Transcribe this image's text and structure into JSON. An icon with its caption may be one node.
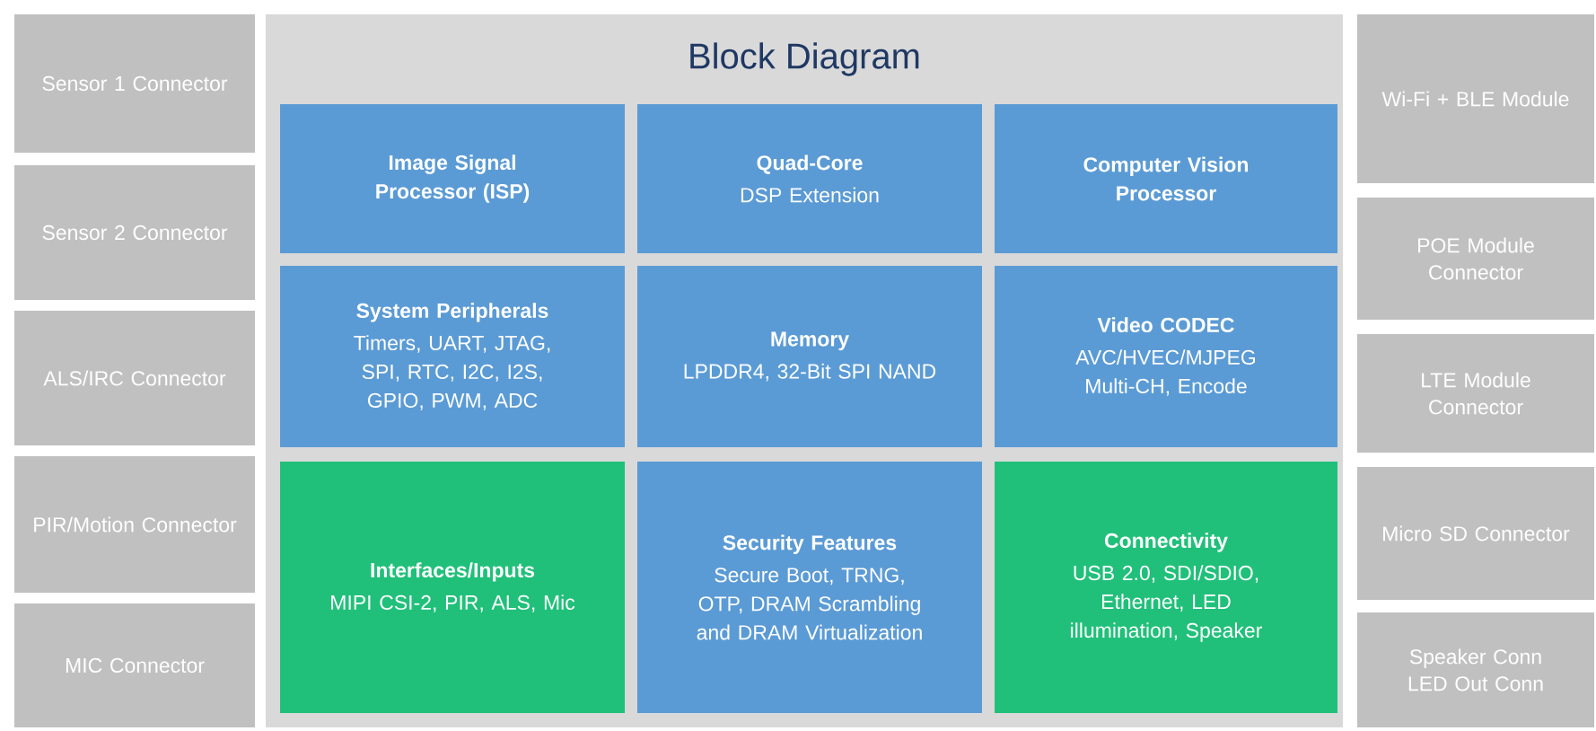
{
  "diagram": {
    "nodes": [
      {
        "text": [
          "Sensor 1 Connector"
        ]
      },
      {
        "text": [
          "Sensor 2 Connector"
        ]
      },
      {
        "text": [
          "ALS/IRC Connector"
        ]
      },
      {
        "text": [
          "PIR/Motion Connector"
        ]
      },
      {
        "text": [
          "MIC Connector"
        ]
      },
      {
        "text": [
          "Block Diagram"
        ]
      },
      {
        "text": [
          "Image Signal Processor (ISP)"
        ],
        "in": 5
      },
      {
        "text": [
          "Quad-Core",
          "DSP Extension"
        ],
        "in": 5
      },
      {
        "text": [
          "Computer Vision Processor"
        ],
        "in": 5
      },
      {
        "text": [
          "System Peripherals",
          "Timers, UART, JTAG, SPI, RTC, I2C, I2S, GPIO, PWM, ADC"
        ],
        "in": 5
      },
      {
        "text": [
          "Memory",
          "LPDDR4, 32-Bit SPI NAND"
        ],
        "in": 5
      },
      {
        "text": [
          "Video CODEC",
          "AVC/HVEC/MJPEG Multi-CH, Encode"
        ],
        "in": 5
      },
      {
        "text": [
          "Interfaces/Inputs",
          "MIPI CSI-2, PIR, ALS, Mic"
        ],
        "in": 5
      },
      {
        "text": [
          "Security Features",
          "Secure Boot, TRNG, OTP, DRAM Scrambling and DRAM Virtualization"
        ],
        "in": 5
      },
      {
        "text": [
          "Connectivity",
          "USB 2.0, SDI/SDIO, Ethernet, LED illumination, Speaker"
        ],
        "in": 5
      },
      {
        "text": [
          "Wi-Fi + BLE Module"
        ]
      },
      {
        "text": [
          "POE Module Connector"
        ]
      },
      {
        "text": [
          "LTE Module Connector"
        ]
      },
      {
        "text": [
          "Micro SD Connector"
        ]
      },
      {
        "text": [
          "Speaker Conn LED Out Conn"
        ]
      }
    ]
  }
}
